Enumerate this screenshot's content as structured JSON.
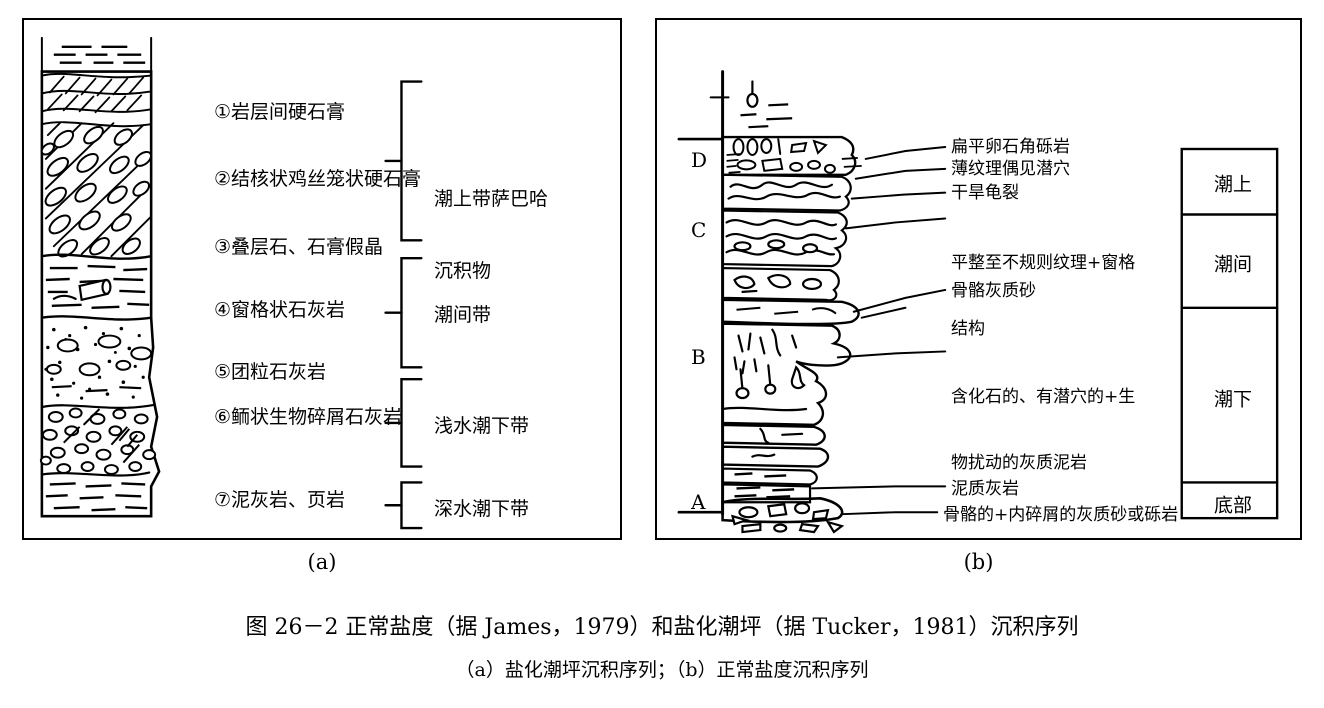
{
  "figure": {
    "caption_main": "图 26－2   正常盐度（据 James，1979）和盐化潮坪（据 Tucker，1981）沉积序列",
    "caption_sub": "（a）盐化潮坪沉积序列；（b）正常盐度沉积序列"
  },
  "panel_a": {
    "caption": "(a)",
    "lithology_labels": [
      {
        "id": "1",
        "text": "①岩层间硬石膏"
      },
      {
        "id": "2",
        "text": "②结核状鸡丝笼状硬石膏"
      },
      {
        "id": "3",
        "text": "③叠层石、石膏假晶"
      },
      {
        "id": "4",
        "text": "④窗格状石灰岩"
      },
      {
        "id": "5",
        "text": "⑤团粒石灰岩"
      },
      {
        "id": "6",
        "text": "⑥鲕状生物碎屑石灰岩"
      },
      {
        "id": "7",
        "text": "⑦泥灰岩、页岩"
      }
    ],
    "zone_brackets": [
      {
        "line1": "潮上带萨巴哈",
        "line2": "沉积物"
      },
      {
        "line1": "潮间带",
        "line2": ""
      },
      {
        "line1": "浅水潮下带",
        "line2": ""
      },
      {
        "line1": "深水潮下带",
        "line2": ""
      }
    ]
  },
  "panel_b": {
    "caption": "(b)",
    "unit_markers": [
      "D",
      "C",
      "B",
      "A"
    ],
    "feature_labels": [
      {
        "line1": "扁平卵石角砾岩",
        "line2": ""
      },
      {
        "line1": "薄纹理偶见潜穴",
        "line2": ""
      },
      {
        "line1": "干旱龟裂",
        "line2": ""
      },
      {
        "line1": "平整至不规则纹理+窗格",
        "line2": "结构"
      },
      {
        "line1": "骨骼灰质砂",
        "line2": ""
      },
      {
        "line1": "含化石的、有潜穴的+生",
        "line2": "物扰动的灰质泥岩"
      },
      {
        "line1": "泥质灰岩",
        "line2": ""
      },
      {
        "line1": "骨骼的+内碎屑的灰质砂或砾岩",
        "line2": ""
      }
    ],
    "zone_boxes": [
      {
        "label": "潮上"
      },
      {
        "label": "潮间"
      },
      {
        "label": "潮下"
      },
      {
        "label": "底部"
      }
    ]
  },
  "colors": {
    "ink": "#000000",
    "paper": "#ffffff"
  }
}
